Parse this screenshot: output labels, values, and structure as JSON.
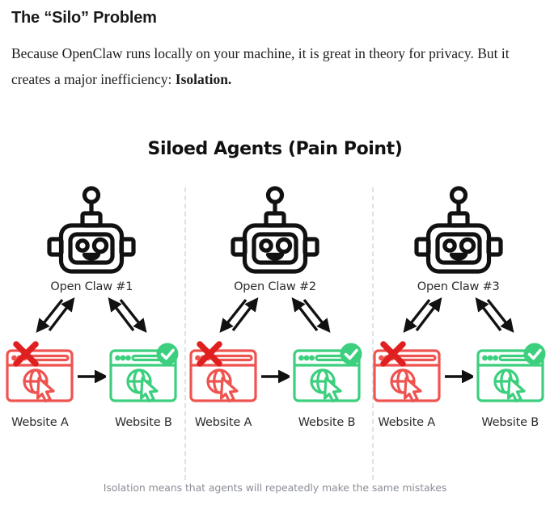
{
  "article": {
    "title": "The “Silo” Problem",
    "paragraph_plain": "Because OpenClaw runs locally on your machine, it is great in theory for privacy. But it creates a major inefficiency: Isolation.",
    "paragraph_lead": "Because OpenClaw runs locally on your machine, it is great in theory for privacy. But it creates a major inefficiency: ",
    "paragraph_emphasis": "Isolation."
  },
  "figure": {
    "title": "Siloed Agents (Pain Point)",
    "caption": "Isolation means that agents will repeatedly make the same mistakes",
    "panels": [
      {
        "agent_label": "Open Claw #1",
        "site_a_label": "Website A",
        "site_b_label": "Website B",
        "site_a_status": "failed",
        "site_b_status": "success"
      },
      {
        "agent_label": "Open Claw #2",
        "site_a_label": "Website A",
        "site_b_label": "Website B",
        "site_a_status": "failed",
        "site_b_status": "success"
      },
      {
        "agent_label": "Open Claw #3",
        "site_a_label": "Website A",
        "site_b_label": "Website B",
        "site_a_status": "failed",
        "site_b_status": "success"
      }
    ],
    "colors": {
      "fail_red": "#ef5350",
      "success_green": "#3ccf7e",
      "ink": "#111111",
      "divider": "#e2e2e2",
      "caption_gray": "#8a8f96"
    }
  }
}
